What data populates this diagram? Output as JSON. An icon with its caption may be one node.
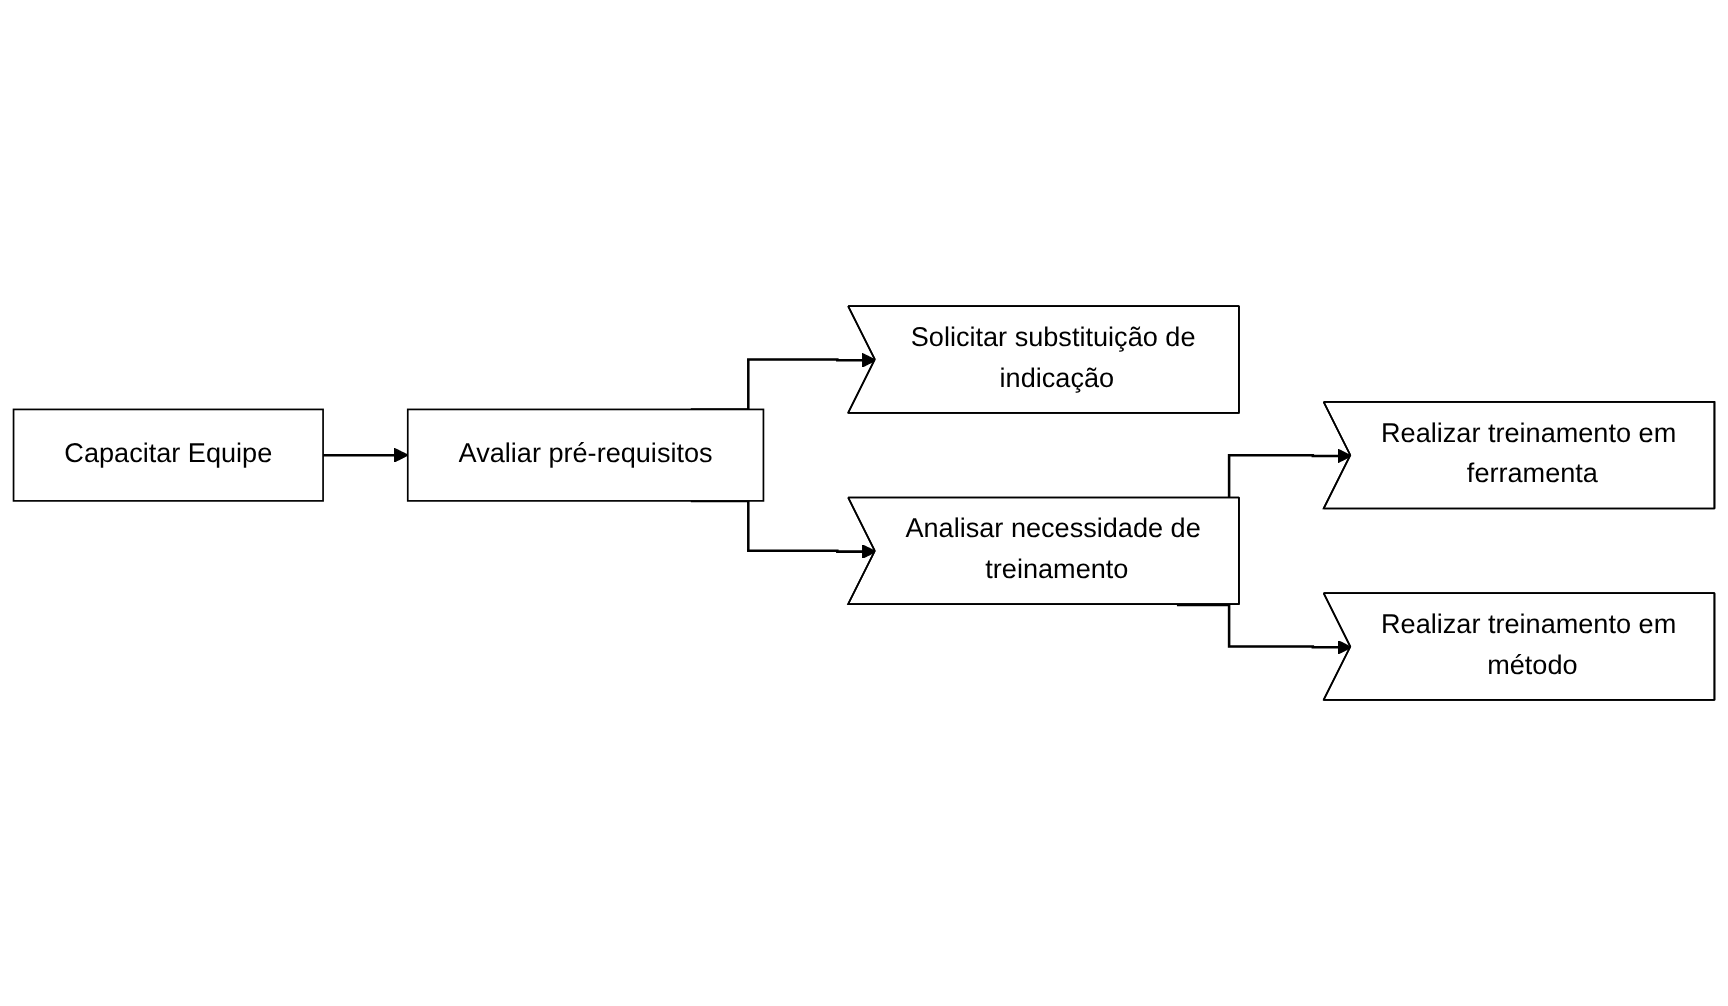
{
  "diagram": {
    "nodes": [
      {
        "text": [
          "Capacitar Equipe"
        ]
      },
      {
        "text": [
          "Avaliar pré-requisitos"
        ]
      },
      {
        "text": [
          "Solicitar substituição de indicação"
        ]
      },
      {
        "text": [
          "Analisar necessidade de treinamento"
        ]
      },
      {
        "text": [
          "Realizar treinamento em ferramenta"
        ]
      },
      {
        "text": [
          "Realizar treinamento em método"
        ]
      }
    ],
    "edges": [
      {
        "from": 0,
        "to": 1,
        "arrow": "to"
      },
      {
        "from": 1,
        "to": 2,
        "arrow": "to"
      },
      {
        "from": 1,
        "to": 3,
        "arrow": "to"
      },
      {
        "from": 3,
        "to": 4,
        "arrow": "to"
      },
      {
        "from": 3,
        "to": 5,
        "arrow": "to"
      }
    ]
  }
}
